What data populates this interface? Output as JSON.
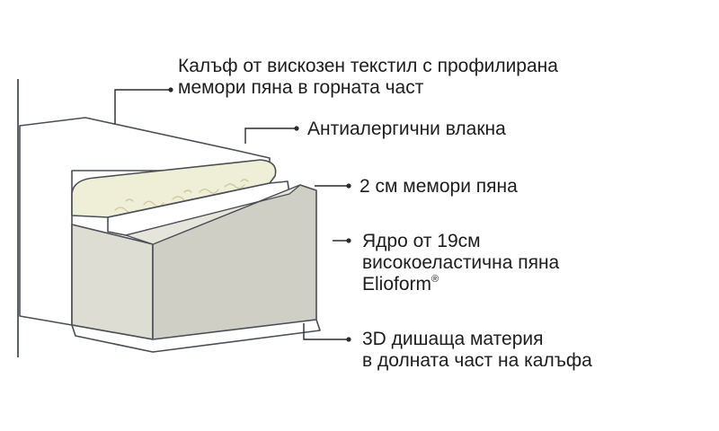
{
  "labels": {
    "cover": {
      "line1": "Калъф от вискозен текстил с профилирана",
      "line2": "мемори пяна в горната част"
    },
    "fibers": "Антиалергични влакна",
    "memory_foam": "2 см мемори пяна",
    "core": {
      "line1": "Ядро от 19см",
      "line2": "високоеластична пяна",
      "line3": "Elioform",
      "mark": "®"
    },
    "bottom": {
      "line1": "3D дишаща материя",
      "line2": "в долната част на калъфа"
    }
  },
  "colors": {
    "outline": "#4a4f55",
    "cover": "#ffffff",
    "fiber_layer": "#efeed7",
    "fiber_swirl": "#cfcaa2",
    "memory_layer": "#ffffff",
    "core_front": "#deddd3",
    "core_side": "#cfcfc5",
    "leader_line": "#2b2b2b"
  }
}
